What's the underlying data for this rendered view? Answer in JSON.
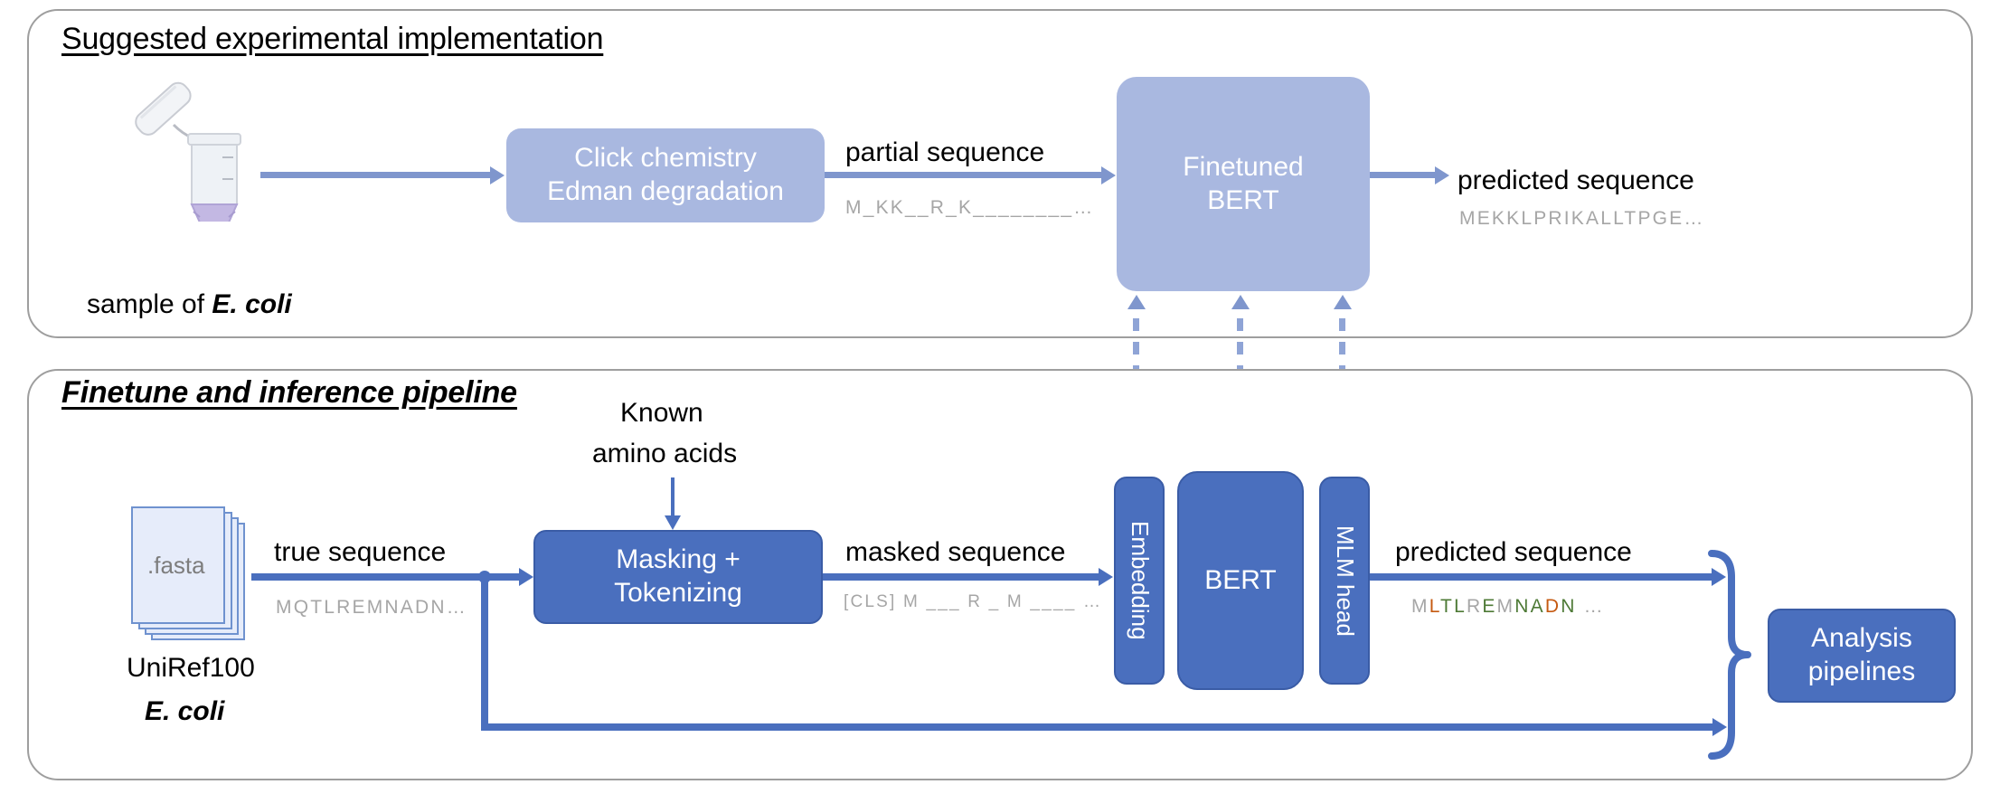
{
  "panels": {
    "top": {
      "title": "Suggested experimental implementation",
      "sample_caption_prefix": "sample of ",
      "sample_caption_italic": "E. coli",
      "click_box_line1": "Click chemistry",
      "click_box_line2": "Edman degradation",
      "partial_label": "partial sequence",
      "partial_sequence": "M_KK__R_K________…",
      "model_box_line1": "Finetuned",
      "model_box_line2": "BERT",
      "predicted_label": "predicted sequence",
      "predicted_sequence": "MEKKLPRIKALLTPGE…"
    },
    "bottom": {
      "title": "Finetune and inference pipeline",
      "file_icon_label": ".fasta",
      "dataset_caption_line1": "UniRef100",
      "dataset_caption_line2": "E. coli",
      "true_label": "true sequence",
      "true_sequence": "MQTLREMNADN…",
      "known_label_line1": "Known",
      "known_label_line2": "amino acids",
      "masking_box_line1": "Masking +",
      "masking_box_line2": "Tokenizing",
      "masked_label": "masked sequence",
      "masked_sequence": "[CLS] M ___ R _ M ____ …",
      "embedding_label": "Embedding",
      "bert_label": "BERT",
      "mlm_label": "MLM head",
      "predicted_label": "predicted sequence",
      "predicted_sequence_colored": [
        {
          "ch": "M",
          "color": "gray"
        },
        {
          "ch": "L",
          "color": "orange"
        },
        {
          "ch": "T",
          "color": "green"
        },
        {
          "ch": "L",
          "color": "green"
        },
        {
          "ch": "R",
          "color": "gray"
        },
        {
          "ch": "E",
          "color": "green"
        },
        {
          "ch": "M",
          "color": "gray"
        },
        {
          "ch": "N",
          "color": "green"
        },
        {
          "ch": "A",
          "color": "green"
        },
        {
          "ch": "D",
          "color": "orange"
        },
        {
          "ch": "N",
          "color": "green"
        },
        {
          "ch": " …",
          "color": "gray"
        }
      ],
      "analysis_box_line1": "Analysis",
      "analysis_box_line2": "pipelines"
    }
  },
  "colors": {
    "panel_border": "#9e9e9e",
    "light_blue": "#a9b8e0",
    "dark_blue": "#4a6fbe",
    "arrow_blue": "#7f96cd",
    "dashed_blue": "#8fa4d6",
    "sequence_gray": "#a6a6a6",
    "seq_green": "#4e7a36",
    "seq_orange": "#c55a11",
    "fasta_fill": "#e6ecfa",
    "fasta_border": "#6f92cf",
    "tube_liquid": "#c3b8e3"
  },
  "icons": {
    "tube": "eppendorf-tube-icon",
    "files": "fasta-file-stack-icon",
    "brace": "curly-brace-icon"
  }
}
